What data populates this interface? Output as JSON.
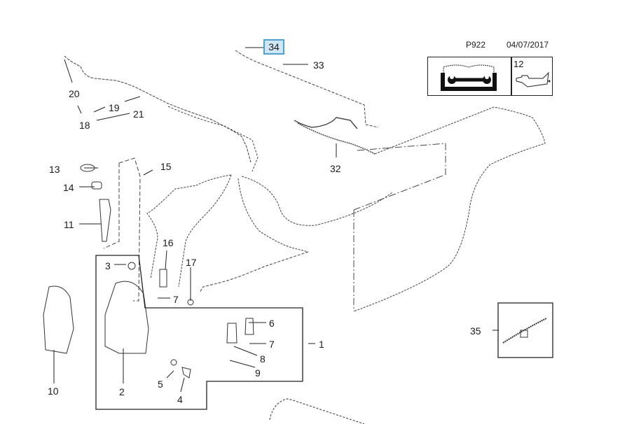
{
  "header": {
    "diagram_code": "P922",
    "date": "04/07/2017",
    "info_box": {
      "manual_icon": "repair-manual-icon",
      "quantity": "12",
      "oil_can_icon": "oil-can-icon"
    }
  },
  "highlighted_callout": "34",
  "callouts": {
    "c1": "1",
    "c2": "2",
    "c3": "3",
    "c4": "4",
    "c5": "5",
    "c6": "6",
    "c7a": "7",
    "c7b": "7",
    "c8": "8",
    "c9": "9",
    "c10": "10",
    "c11": "11",
    "c13": "13",
    "c14": "14",
    "c15": "15",
    "c16": "16",
    "c17": "17",
    "c18": "18",
    "c19": "19",
    "c20": "20",
    "c21": "21",
    "c32": "32",
    "c33": "33",
    "c35": "35"
  },
  "colors": {
    "highlight_fill": "#cfe6f5",
    "highlight_border": "#4aa3d6",
    "line": "#222222",
    "hose": "#555555"
  }
}
